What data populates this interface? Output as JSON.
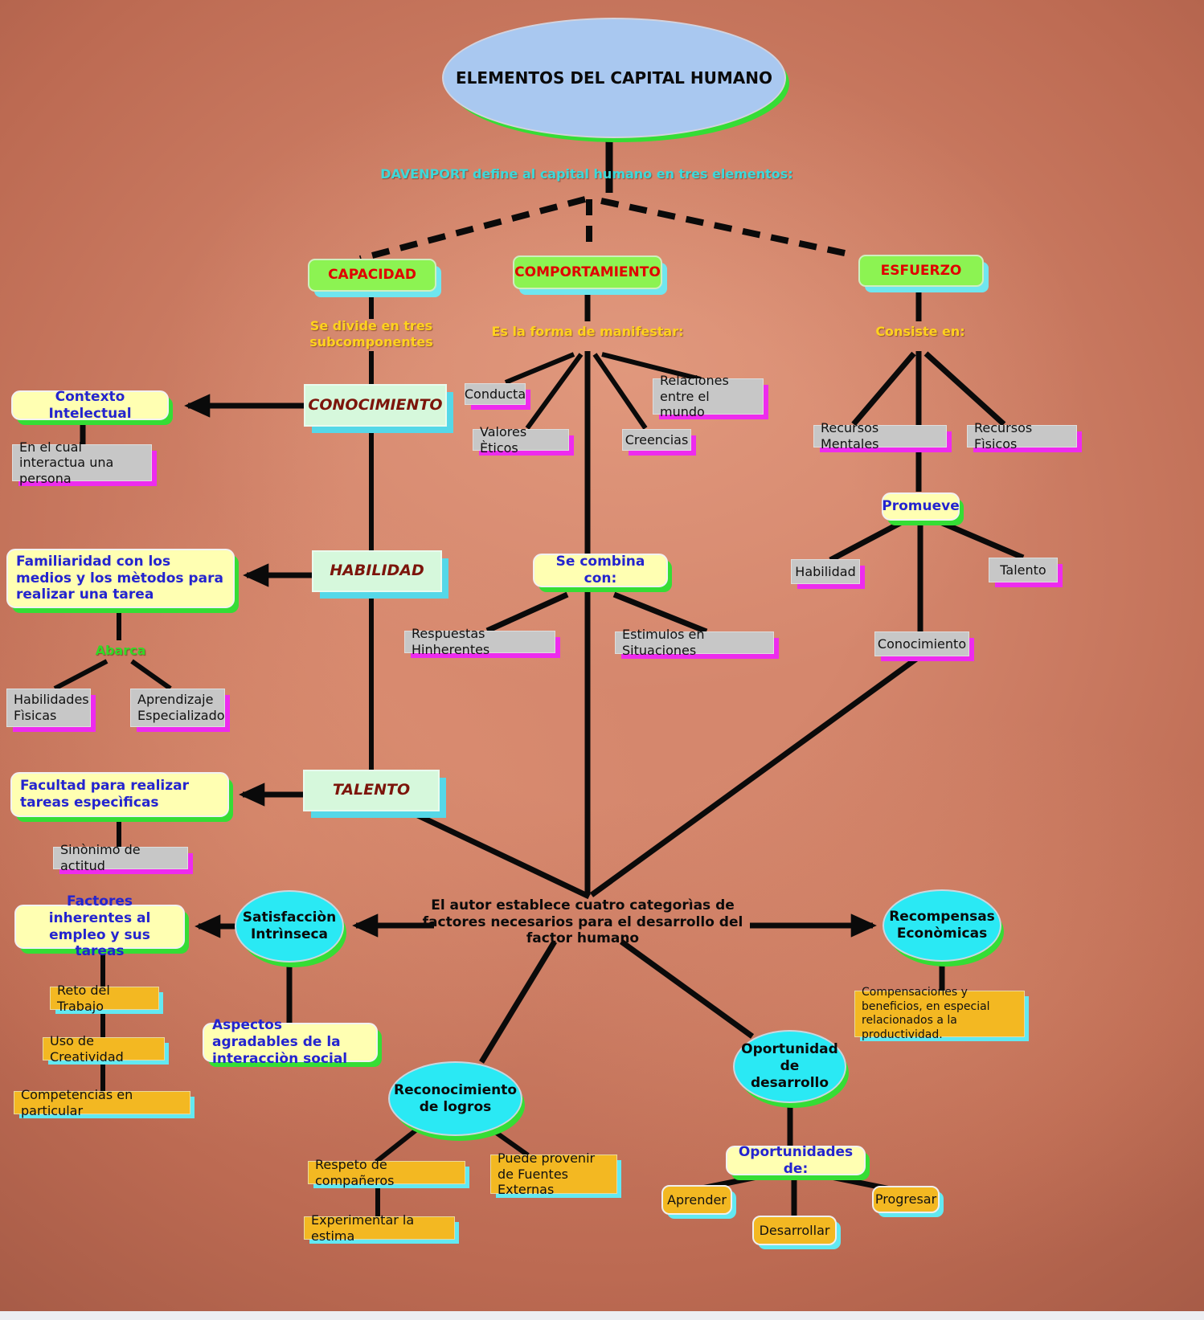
{
  "palette": {
    "bg_center": "#d5876d",
    "title_fill": "#a9c8f0",
    "element_fill": "#8cf352",
    "element_text": "#e00000",
    "mint_fill": "#d6f8dc",
    "mint_text": "#7c150b",
    "yellow_fill": "#ffffb2",
    "yellow_text": "#2424cf",
    "gray_fill": "#c7c7c7",
    "orange_fill": "#f3b822",
    "cyan_fill": "#2ae9f4",
    "label_yellow": "#ffd21e",
    "label_green": "#33d926",
    "intro_cyan": "#3cd9da",
    "shadow_green": "#35dd35",
    "shadow_cyan": "#6fe6ef",
    "shadow_cyan2": "#62e9f2",
    "shadow_magenta": "#ee2bee"
  },
  "title": "ELEMENTOS DEL CAPITAL HUMANO",
  "intro": "DAVENPORT define al capital humano en tres elementos:",
  "elements": {
    "capacidad": "CAPACIDAD",
    "comportamiento": "COMPORTAMIENTO",
    "esfuerzo": "ESFUERZO"
  },
  "labels": {
    "divide": "Se divide en tres subcomponentes",
    "manifestar": "Es la forma de manifestar:",
    "consiste": "Consiste en:",
    "abarca": "Abarca",
    "promueve": "Promueve",
    "combina": "Se combina con:",
    "oportunidades": "Oportunidades de:",
    "autor": "El autor establece cuatro categorìas de factores necesarios para el desarrollo del factor humano"
  },
  "subcomponents": {
    "conocimiento": "CONOCIMIENTO",
    "habilidad": "HABILIDAD",
    "talento": "TALENTO"
  },
  "yellow_notes": {
    "contexto": "Contexto Intelectual",
    "familiaridad": "Familiaridad con los medios y los mètodos para realizar una tarea",
    "facultad": "Facultad para realizar tareas especìficas",
    "factores": "Factores inherentes al empleo y sus tareas",
    "aspectos": "Aspectos agradables de la interacciòn social"
  },
  "gray_notes": {
    "interactua": "En el cual interactua una persona",
    "conducta": "Conducta",
    "valores": "Valores Èticos",
    "creencias": "Creencias",
    "relaciones": "Relaciones entre el mundo",
    "recursos_mentales": "Recursos Mentales",
    "recursos_fisicos": "Recursos Fìsicos",
    "habilidad": "Habilidad",
    "talento": "Talento",
    "conocimiento": "Conocimiento",
    "respuestas": "Respuestas Hinherentes",
    "estimulos": "Estimulos en Situaciones",
    "habilidades_fisicas": "Habilidades Fìsicas",
    "aprendizaje": "Aprendizaje Especializado",
    "sinonimo": "Sinònimo de actitud"
  },
  "categories": {
    "satisfaccion": "Satisfacciòn Intrìnseca",
    "recompensas": "Recompensas Econòmicas",
    "reconocimiento": "Reconocimiento de logros",
    "oportunidad": "Oportunidad de desarrollo"
  },
  "orange_notes": {
    "reto": "Reto del Trabajo",
    "creatividad": "Uso de Creatividad",
    "competencias": "Competencias en particular",
    "compensaciones": "Compensaciones y beneficios, en especial relacionados a la productividad.",
    "respeto": "Respeto de compañeros",
    "fuentes": "Puede provenir de Fuentes Externas",
    "estima": "Experimentar la estima",
    "aprender": "Aprender",
    "desarrollar": "Desarrollar",
    "progresar": "Progresar"
  }
}
